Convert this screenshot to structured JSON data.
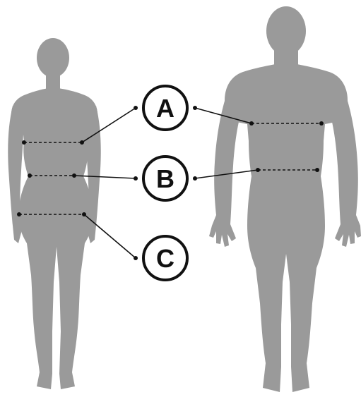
{
  "colors": {
    "silhouette": "#9a9a9a",
    "line": "#111111",
    "circle_fill": "#ffffff",
    "background": "#ffffff"
  },
  "labels": {
    "a": "A",
    "b": "B",
    "c": "C"
  }
}
